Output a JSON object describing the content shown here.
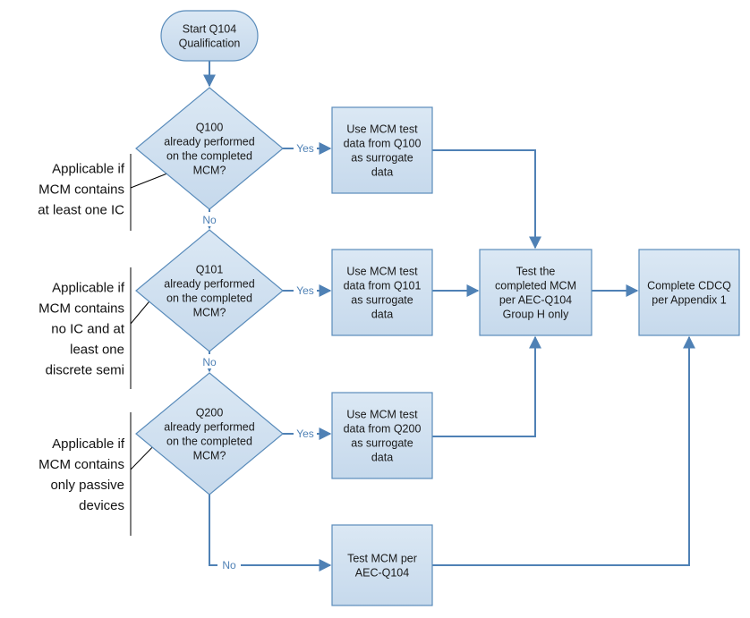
{
  "colors": {
    "node_fill_top": "#dbe8f4",
    "node_fill_bottom": "#c6d9ec",
    "node_stroke": "#5a8cbb",
    "connector": "#4f81b5",
    "note_bracket": "#000000",
    "node_text": "#1a1a1a"
  },
  "start": {
    "lines": [
      "Start Q104",
      "Qualification"
    ]
  },
  "decisions": [
    {
      "id": "q100",
      "lines": [
        "Q100",
        "already performed",
        "on the completed",
        "MCM?"
      ]
    },
    {
      "id": "q101",
      "lines": [
        "Q101",
        "already performed",
        "on the completed",
        "MCM?"
      ]
    },
    {
      "id": "q200",
      "lines": [
        "Q200",
        "already performed",
        "on the completed",
        "MCM?"
      ]
    }
  ],
  "processes": [
    {
      "id": "use-q100",
      "lines": [
        "Use MCM test",
        "data from Q100",
        "as surrogate",
        "data"
      ]
    },
    {
      "id": "use-q101",
      "lines": [
        "Use MCM test",
        "data from Q101",
        "as surrogate",
        "data"
      ]
    },
    {
      "id": "use-q200",
      "lines": [
        "Use MCM test",
        "data from Q200",
        "as surrogate",
        "data"
      ]
    },
    {
      "id": "test-group-h",
      "lines": [
        "Test the",
        "completed MCM",
        "per AEC-Q104",
        "Group H only"
      ]
    },
    {
      "id": "complete-cdcq",
      "lines": [
        "Complete CDCQ",
        "per Appendix 1"
      ]
    },
    {
      "id": "test-mcm",
      "lines": [
        "Test MCM per",
        "AEC-Q104"
      ]
    }
  ],
  "edge_labels": {
    "yes": "Yes",
    "no": "No"
  },
  "notes": [
    {
      "id": "note-ic",
      "lines": [
        "Applicable if",
        "MCM contains",
        "at least one IC"
      ]
    },
    {
      "id": "note-discrete",
      "lines": [
        "Applicable if",
        "MCM contains",
        "no IC and at",
        "least one",
        "discrete semi"
      ]
    },
    {
      "id": "note-passive",
      "lines": [
        "Applicable if",
        "MCM contains",
        "only passive",
        "devices"
      ]
    }
  ]
}
